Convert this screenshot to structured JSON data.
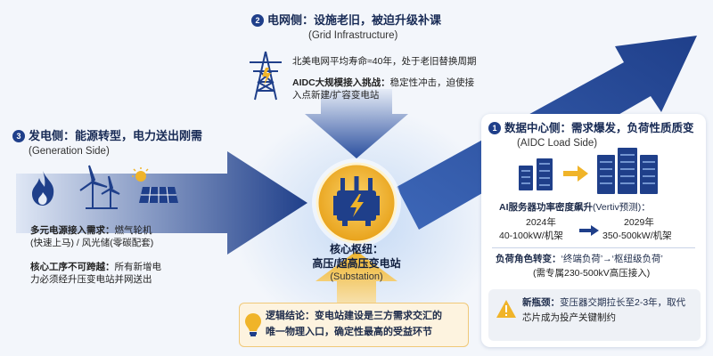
{
  "colors": {
    "navy": "#1f3f8a",
    "arrow_blue": "#2a4f9e",
    "gold": "#f0b429",
    "panel_bg": "#ffffff",
    "page_bg": "#f3f6fb",
    "conclusion_bg": "#fdf3df"
  },
  "grid": {
    "number": "2",
    "title": "电网侧：设施老旧，被迫升级补课",
    "subtitle": "(Grid Infrastructure)",
    "point1": "北美电网平均寿命≈40年，处于老旧替换周期",
    "point2_bold": "AIDC大规模接入挑战：",
    "point2_a": "稳定性冲击，迫使接",
    "point2_b": "入点新建/扩容变电站",
    "icon": "power-tower-icon"
  },
  "generation": {
    "number": "3",
    "title": "发电侧：能源转型，电力送出刚需",
    "subtitle": "(Generation Side)",
    "icons": [
      "flame-icon",
      "wind-turbine-icon",
      "solar-panel-icon"
    ],
    "point1_bold": "多元电源接入需求：",
    "point1_a": "燃气轮机",
    "point1_b": "(快速上马) / 风光储(零碳配套)",
    "point2_bold": "核心工序不可跨越：",
    "point2_a": "所有新增电",
    "point2_b": "力必须经升压变电站并网送出"
  },
  "hub": {
    "title": "核心枢纽：",
    "subtitle": "高压/超高压变电站",
    "english": "(Substation)",
    "icon": "transformer-icon"
  },
  "load": {
    "number": "1",
    "title": "数据中心侧：需求爆发，负荷性质质变",
    "subtitle": "(AIDC Load Side)",
    "icons": [
      "server-rack-icon",
      "arrow-right-icon",
      "server-rack-icon"
    ],
    "density_bold": "AI服务器功率密度飙升",
    "density_note": "(Vertiv预测)：",
    "year_from": "2024年",
    "value_from": "40-100kW/机架",
    "year_to": "2029年",
    "value_to": "350-500kW/机架",
    "role_bold": "负荷角色转变：",
    "role_a": "‘终端负荷’→‘枢纽级负荷’",
    "role_b": "(需专属230-500kV高压接入)",
    "bottleneck_bold": "新瓶颈：",
    "bottleneck_a": "变压器交期拉长至2-3年，取代",
    "bottleneck_b": "芯片成为投产关键制约",
    "warning_icon": "warning-icon"
  },
  "conclusion": {
    "bold": "逻辑结论：",
    "line1": "变电站建设是三方需求交汇的",
    "line2": "唯一物理入口，确定性最高的受益环节",
    "icon": "lightbulb-icon"
  }
}
